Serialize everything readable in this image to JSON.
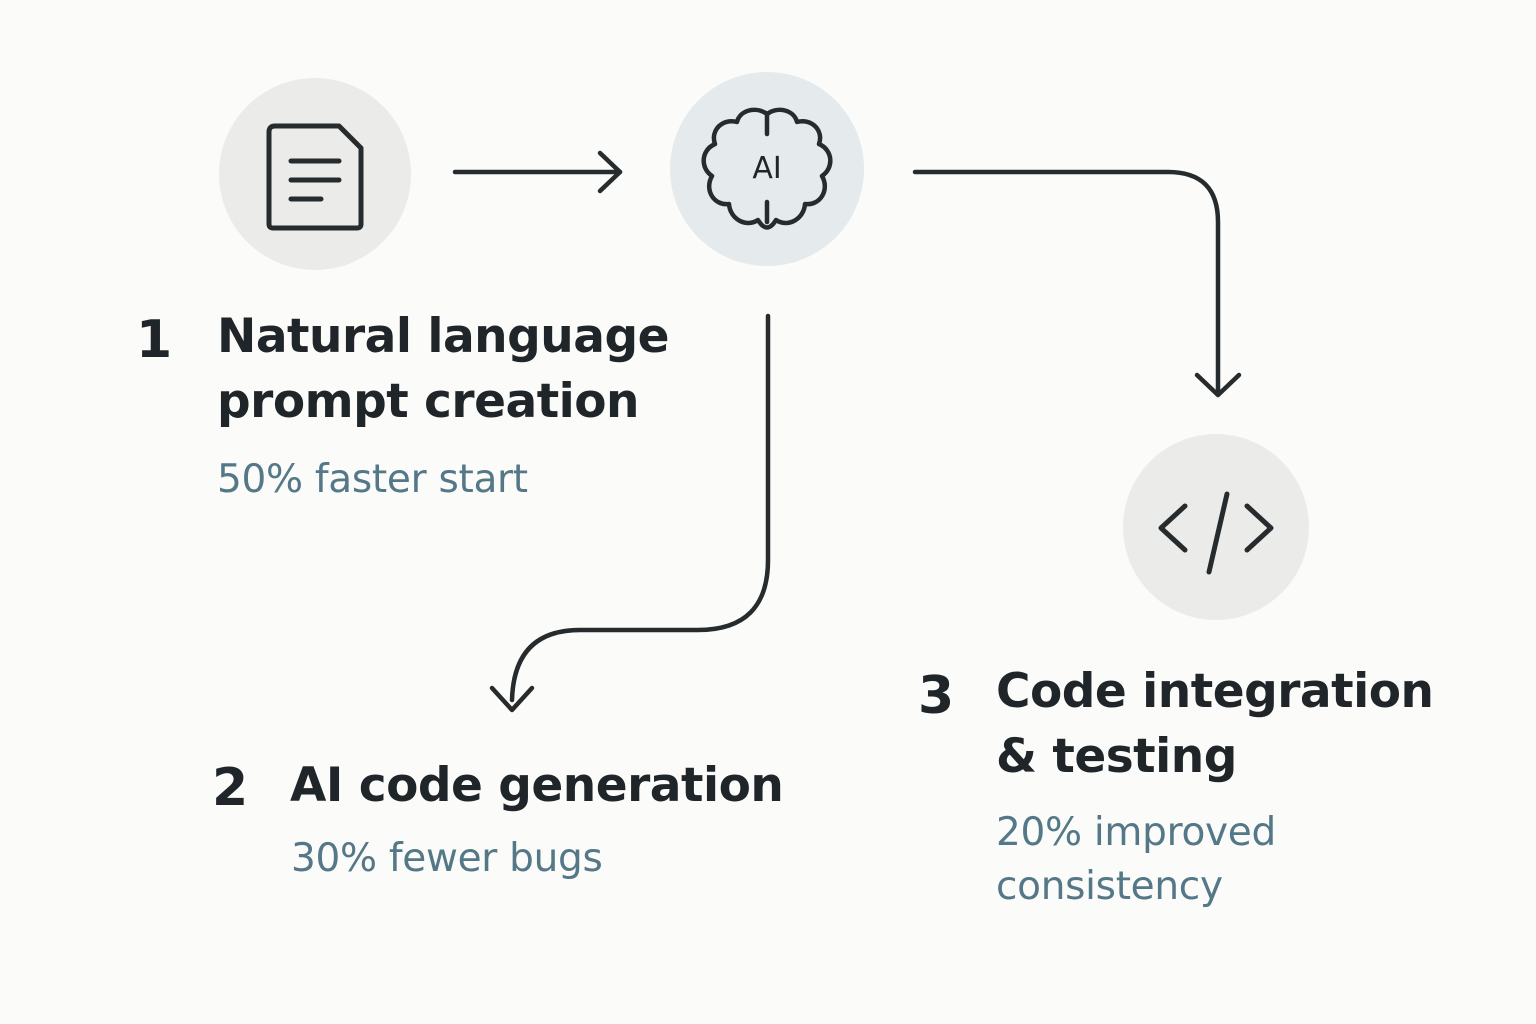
{
  "steps": [
    {
      "number": "1",
      "title_line1": "Natural language",
      "title_line2": "prompt creation",
      "stat": "50% faster start",
      "icon": "document-icon"
    },
    {
      "number": "2",
      "title_line1": "AI code generation",
      "stat": "30% fewer bugs",
      "icon": "ai-brain-icon",
      "icon_label": "AI"
    },
    {
      "number": "3",
      "title_line1": "Code integration",
      "title_line2": "& testing",
      "stat_line1": "20% improved",
      "stat_line2": "consistency",
      "icon": "code-brackets-icon"
    }
  ],
  "colors": {
    "background": "#fbfbf9",
    "text": "#1f2528",
    "stat": "#557888",
    "icon_circle": "#ebebea",
    "line": "#262b2e"
  }
}
